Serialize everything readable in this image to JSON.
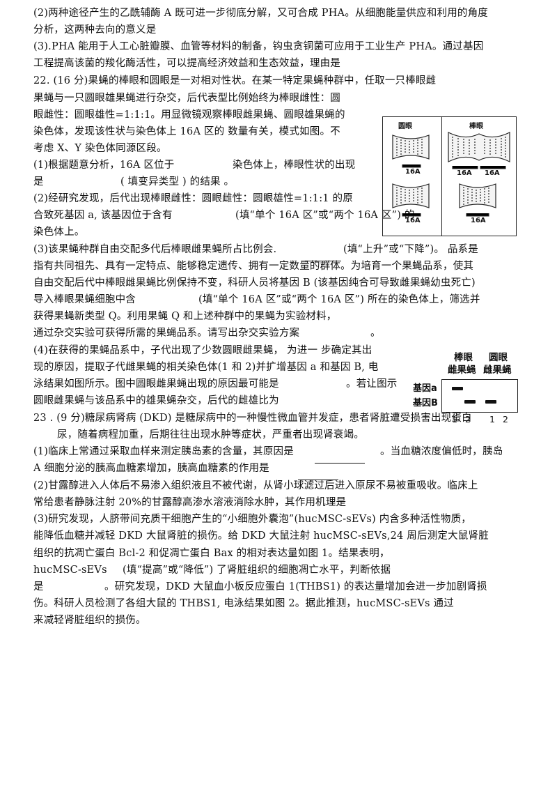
{
  "lines": [
    {
      "id": "l01",
      "text": "(2)两种途径产生的乙酰辅酶 A 既可进一步彻底分解，又可合成 PHA。从细胞能量供应和利用的角度"
    },
    {
      "id": "l02",
      "text": "分析，这两种去向的意义是"
    },
    {
      "id": "l03",
      "text": "(3).PHA 能用于人工心脏瓣膜、血管等材料的制备，钩虫贪铜菌可应用于工业生产 PHA。通过基因"
    },
    {
      "id": "l04",
      "text": "工程提高该菌的羧化酶活性，可以提高经济效益和生态效益，理由是"
    },
    {
      "id": "l05",
      "text": "22. (16 分)果蝇的棒眼和圆眼是一对相对性状。在某一特定果蝇种群中，任取一只棒眼雌"
    },
    {
      "id": "l06",
      "text": "果蝇与一只圆眼雄果蝇进行杂交，后代表型比例始终为棒眼雌性：圆"
    },
    {
      "id": "l07",
      "text": "眼雌性：圆眼雄性=1:1:1。用显微镜观察棒眼雌果蝇、圆眼雄果蝇的"
    },
    {
      "id": "l08",
      "text": "染色体，发现该性状与染色体上 16A 区的  数量有关，模式如图。不"
    },
    {
      "id": "l09",
      "text": "考虑 X、Y 染色体同源区段。"
    },
    {
      "id": "l10a",
      "text": "(1)根据题意分析，16A 区位于"
    },
    {
      "id": "l10b",
      "text": "染色体上，棒眼性状的出现"
    },
    {
      "id": "l11a",
      "text": "是"
    },
    {
      "id": "l11b",
      "text": "( 填变异类型 ) 的结果  。"
    },
    {
      "id": "l12",
      "text": "(2)经研究发现，后代出现棒眼雌性：圆眼雌性：圆眼雄性=1:1:1 的原"
    },
    {
      "id": "l13a",
      "text": "合致死基因 a, 该基因位于含有"
    },
    {
      "id": "l13b",
      "text": "(填“单个 16A 区”或“两个 16A 区”) 的"
    },
    {
      "id": "l14",
      "text": "染色体上。"
    },
    {
      "id": "l15a",
      "text": "(3)该果蝇种群自由交配多代后棒眼雌果蝇所占比例会."
    },
    {
      "id": "l15b",
      "text": "(填“上升”或“下降”)。  品系是"
    },
    {
      "id": "l16",
      "text": "指有共同祖先、具有一定特点、能够稳定遗传、拥有一定数量的群体。为培育一个果蝇品系，使其"
    },
    {
      "id": "l17",
      "text": "自由交配后代中棒眼雌果蝇比例保持不变，科研人员将基因 B (该基因纯合可导致雌果蝇幼虫死亡)"
    },
    {
      "id": "l18a",
      "text": "导入棒眼果蝇细胞中含"
    },
    {
      "id": "l18b",
      "text": "(填“单个 16A 区”或“两个 16A 区”) 所在的染色体上，筛选并"
    },
    {
      "id": "l19",
      "text": "获得果蝇新类型 Q。利用果蝇 Q 和上述种群中的果蝇为实验材料，"
    },
    {
      "id": "l20a",
      "text": "通过杂交实验可获得所需的果蝇品系。请写出杂交实验方案"
    },
    {
      "id": "l20b",
      "text": "。"
    },
    {
      "id": "l21",
      "text": "(4)在获得的果蝇品系中，子代出现了少数圆眼雌果蝇，  为进一  步确定其出"
    },
    {
      "id": "l22",
      "text": "现的原因，提取子代雌果蝇的相关染色体(1 和 2)并扩增基因 a  和基因 B,  电"
    },
    {
      "id": "l23a",
      "text": "泳结果如图所示。图中圆眼雌果蝇出现的原因最可能是"
    },
    {
      "id": "l23b",
      "text": "。若让图示"
    },
    {
      "id": "l24",
      "text": "圆眼雌果蝇与该品系中的雄果蝇杂交，后代的雌雄比为"
    },
    {
      "id": "l25",
      "text": "23 . (9 分)糖尿病肾病 (DKD) 是糖尿病中的一种慢性微血管并发症，患者肾脏遭受损害出现蛋白"
    },
    {
      "id": "l26",
      "text": "尿，随着病程加重，后期往往出现水肿等症状，严重者出现肾衰竭。"
    },
    {
      "id": "l27a",
      "text": "(1)临床上常通过采取血样来测定胰岛素的含量，其原因是"
    },
    {
      "id": "l27b",
      "text": "。当血糖浓度偏低时，胰岛"
    },
    {
      "id": "l28",
      "text": "A 细胞分泌的胰高血糖素增加，胰高血糖素的作用是"
    },
    {
      "id": "l29",
      "text": "(2)甘露醇进入人体后不易渗入组织液且不被代谢，从肾小球滤过后进入原尿不易被重吸收。临床上"
    },
    {
      "id": "l30",
      "text": "常给患者静脉注射 20%的甘露醇高渗水溶液消除水肿，其作用机理是"
    },
    {
      "id": "l31",
      "text": "(3)研究发现，人脐带间充质干细胞产生的“小细胞外囊泡”(hucMSC-sEVs) 内含多种活性物质，"
    },
    {
      "id": "l32",
      "text": "能降低血糖并减轻 DKD 大鼠肾脏的损伤。给 DKD 大鼠注射 hucMSC-sEVs,24 周后测定大鼠肾脏"
    },
    {
      "id": "l33",
      "text": "组织的抗凋亡蛋白 Bcl-2 和促凋亡蛋白 Bax 的相对表达量如图 1。结果表明，"
    },
    {
      "id": "l34a",
      "text": "hucMSC-sEVs"
    },
    {
      "id": "l34b",
      "text": "(填“提高”或“降低”) 了肾脏组织的细胞凋亡水平，判断依据"
    },
    {
      "id": "l35a",
      "text": "是"
    },
    {
      "id": "l35b",
      "text": "。研究发现，DKD 大鼠血小板反应蛋白 1(THBS1) 的表达量增加会进一步加剧肾损"
    },
    {
      "id": "l36",
      "text": "伤。科研人员检测了各组大鼠的 THBS1,  电泳结果如图 2。据此推测，hucMSC-sEVs 通过"
    },
    {
      "id": "l37",
      "text": "来减轻肾脏组织的损伤。"
    }
  ],
  "figure1": {
    "left_title": "圆眼",
    "right_title": "棒眼",
    "region_label": "16A"
  },
  "gel": {
    "col1": [
      "棒眼",
      "雌果蝇"
    ],
    "col2": [
      "圆眼",
      "雌果蝇"
    ],
    "gene_a": "基因a",
    "gene_b": "基因B",
    "lanes": [
      "1",
      "2",
      "1",
      "2"
    ]
  }
}
